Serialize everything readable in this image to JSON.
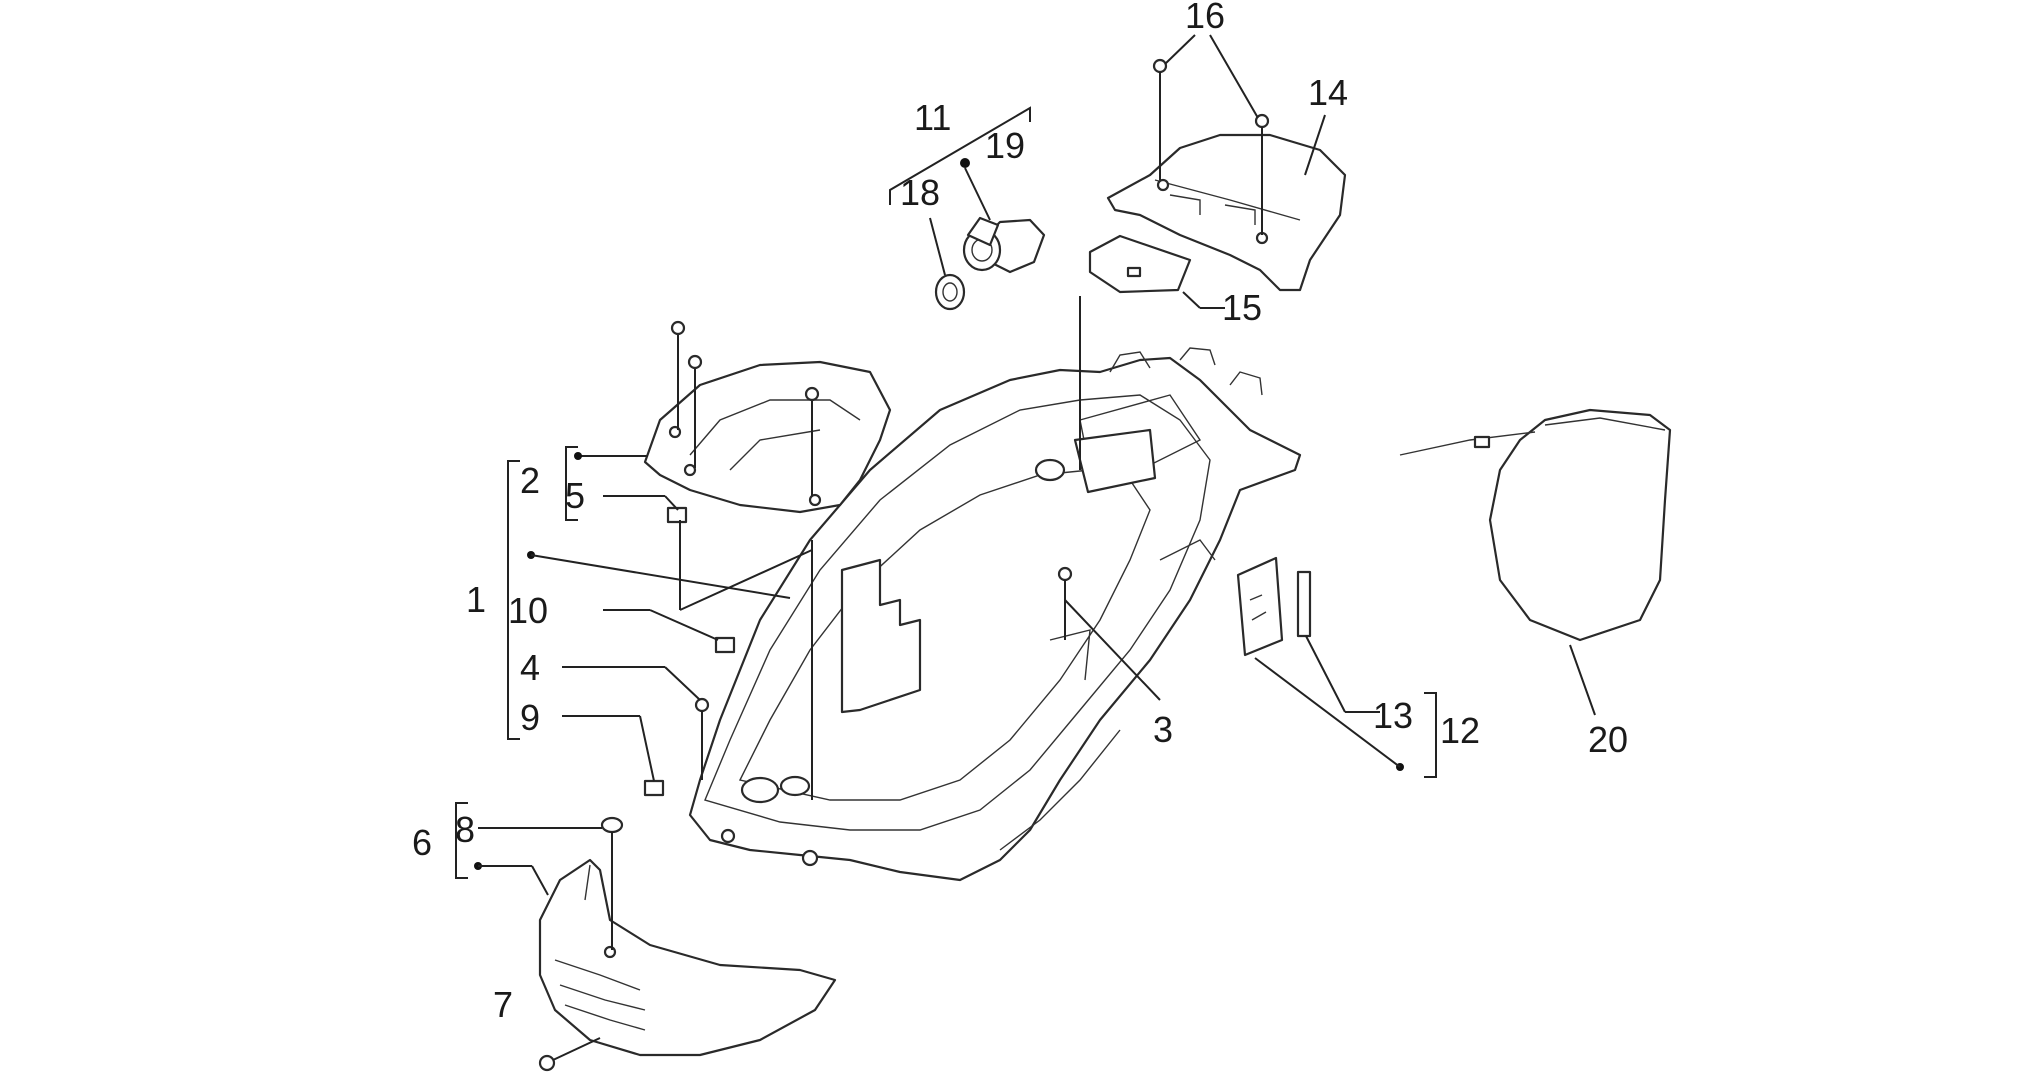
{
  "labels": {
    "l1": "1",
    "l2": "2",
    "l3": "3",
    "l4": "4",
    "l5": "5",
    "l6": "6",
    "l7": "7",
    "l8": "8",
    "l9": "9",
    "l10": "10",
    "l11": "11",
    "l12": "12",
    "l13": "13",
    "l14": "14",
    "l15": "15",
    "l16": "16",
    "l18": "18",
    "l19": "19",
    "l20": "20"
  },
  "colors": {
    "ink": "#222222",
    "paper": "#ffffff"
  }
}
